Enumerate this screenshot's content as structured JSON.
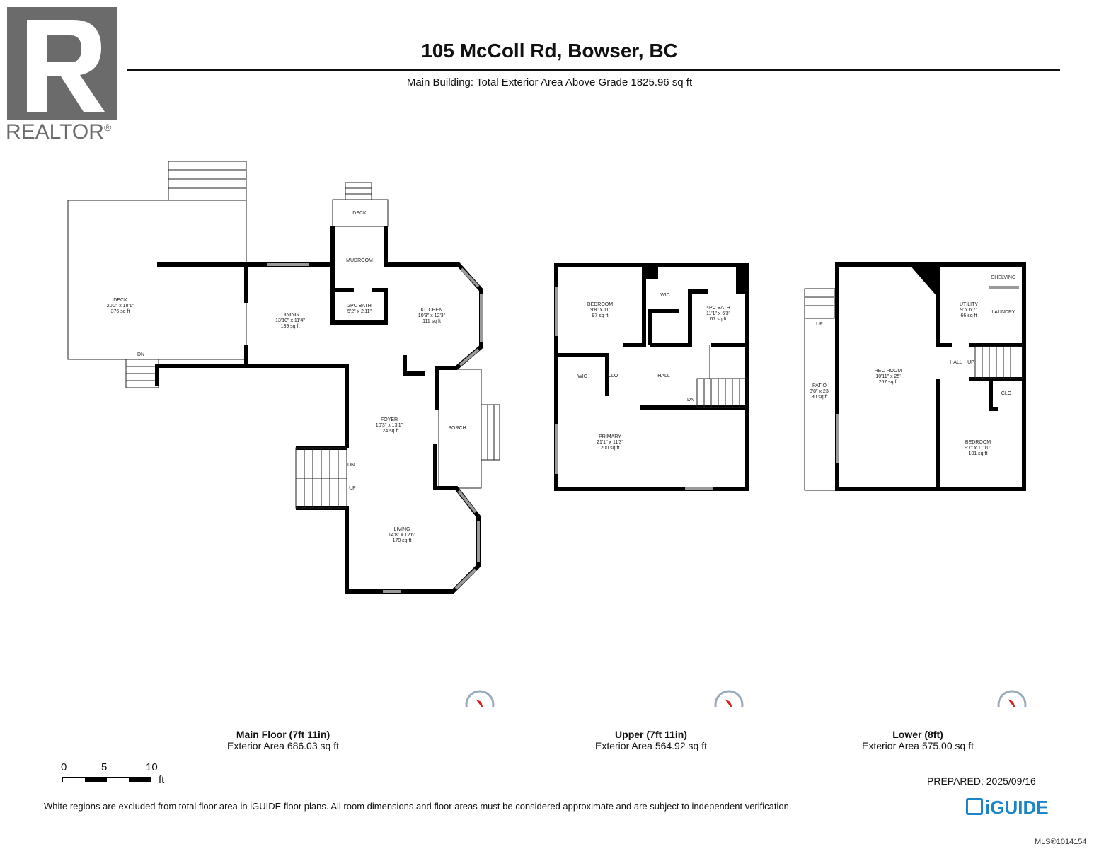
{
  "logo": {
    "text": "REALTOR",
    "mark": "®"
  },
  "header": {
    "title": "105 McColl Rd, Bowser, BC",
    "subtitle": "Main Building: Total Exterior Area Above Grade 1825.96 sq ft"
  },
  "floors": [
    {
      "name": "Main Floor (7ft 11in)",
      "area": "Exterior Area 686.03 sq ft",
      "rooms": [
        {
          "name": "DECK",
          "dims": "20'2\" x 18'1\"",
          "area": "376 sq ft"
        },
        {
          "name": "DINING",
          "dims": "13'10\" x 11'4\"",
          "area": "139 sq ft"
        },
        {
          "name": "2PC BATH",
          "dims": "5'2\" x 2'11\"",
          "area": ""
        },
        {
          "name": "KITCHEN",
          "dims": "10'3\" x 12'3\"",
          "area": "111 sq ft"
        },
        {
          "name": "FOYER",
          "dims": "10'3\" x 13'1\"",
          "area": "124 sq ft"
        },
        {
          "name": "LIVING",
          "dims": "14'8\" x 12'6\"",
          "area": "170 sq ft"
        },
        {
          "name": "MUDROOM",
          "dims": "",
          "area": ""
        },
        {
          "name": "DECK",
          "dims": "",
          "area": ""
        },
        {
          "name": "PORCH",
          "dims": "",
          "area": ""
        }
      ],
      "labels": [
        "DN",
        "DN",
        "UP"
      ]
    },
    {
      "name": "Upper (7ft 11in)",
      "area": "Exterior Area 564.92 sq ft",
      "rooms": [
        {
          "name": "BEDROOM",
          "dims": "9'8\" x 11'",
          "area": "97 sq ft"
        },
        {
          "name": "4PC BATH",
          "dims": "11'1\" x 6'3\"",
          "area": "67 sq ft"
        },
        {
          "name": "PRIMARY",
          "dims": "21'1\" x 11'3\"",
          "area": "200 sq ft"
        },
        {
          "name": "WIC",
          "dims": "",
          "area": ""
        },
        {
          "name": "WIC",
          "dims": "",
          "area": ""
        },
        {
          "name": "CLO",
          "dims": "",
          "area": ""
        },
        {
          "name": "HALL",
          "dims": "",
          "area": ""
        }
      ],
      "labels": [
        "DN"
      ]
    },
    {
      "name": "Lower (8ft)",
      "area": "Exterior Area 575.00 sq ft",
      "rooms": [
        {
          "name": "REC ROOM",
          "dims": "10'11\" x 25'",
          "area": "267 sq ft"
        },
        {
          "name": "UTILITY",
          "dims": "9' x 6'7\"",
          "area": "66 sq ft"
        },
        {
          "name": "BEDROOM",
          "dims": "9'7\" x 11'10\"",
          "area": "101 sq ft"
        },
        {
          "name": "PATIO",
          "dims": "3'8\" x 23'",
          "area": "80 sq ft"
        },
        {
          "name": "SHELVING",
          "dims": "",
          "area": ""
        },
        {
          "name": "LAUNDRY",
          "dims": "",
          "area": ""
        },
        {
          "name": "HALL",
          "dims": "",
          "area": ""
        },
        {
          "name": "CLO",
          "dims": "",
          "area": ""
        }
      ],
      "labels": [
        "UP",
        "UP"
      ]
    }
  ],
  "compass": {
    "label": "N",
    "accent": "#d62020"
  },
  "scale": {
    "ticks": [
      "0",
      "5",
      "10"
    ],
    "unit": "ft"
  },
  "footer": {
    "prepared": "PREPARED: 2025/09/16",
    "disclaimer": "White regions are excluded from total floor area in iGUIDE floor plans. All room dimensions and floor areas must be considered approximate and are subject to independent verification.",
    "brand": "iGUIDE",
    "brand_color": "#1a86c8",
    "mls": "MLS®1014154"
  }
}
